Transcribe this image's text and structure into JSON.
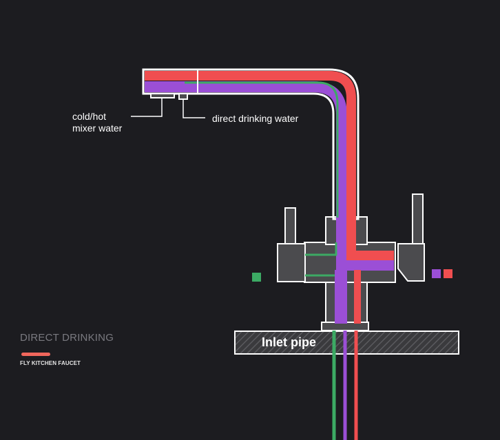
{
  "labels": {
    "mixer_line1": "cold/hot",
    "mixer_line2": "mixer water",
    "direct": "direct drinking water",
    "inlet": "Inlet pipe"
  },
  "brand": {
    "title": "DIRECT DRINKING",
    "subtitle": "FLY KITCHEN  FAUCET"
  },
  "colors": {
    "background": "#1c1c20",
    "body": "#4b4b4e",
    "outline": "#ffffff",
    "hot": "#f04e50",
    "mixed": "#9b4fd6",
    "direct": "#3caa64",
    "brand_accent": "#f0665c",
    "inlet_base": "#3a3a3d",
    "inlet_hatch": "#5a5a5e"
  },
  "legend": [
    {
      "icon": "green-square",
      "color": "#3caa64"
    },
    {
      "icon": "purple-square",
      "color": "#9b4fd6"
    },
    {
      "icon": "red-square",
      "color": "#f04e50"
    }
  ]
}
